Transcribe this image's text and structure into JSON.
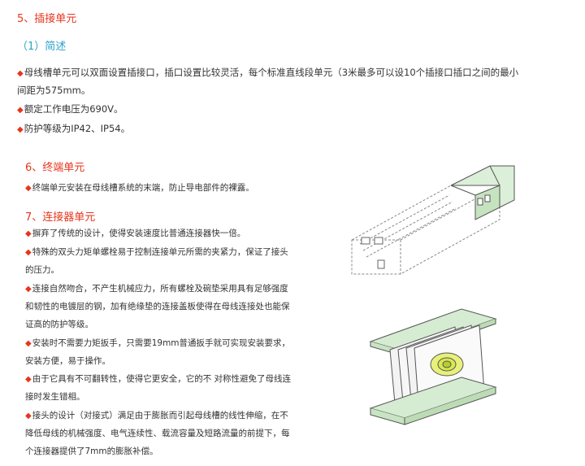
{
  "section5": {
    "heading": "5、插接单元",
    "sub_heading": "（1）简述",
    "bullet_glyph": "◆",
    "lines": [
      "母线槽单元可以双面设置插接口，插口设置比较灵活，每个标准直线段单元（3米最多可以设10个插接口插口之间的最小",
      "间距为575mm。",
      "额定工作电压为690V。",
      "防护等级为IP42、IP54。"
    ]
  },
  "section6": {
    "heading": "6、终端单元",
    "lines": [
      "终端单元安装在母线槽系统的末端，防止导电部件的裸露。"
    ]
  },
  "section7": {
    "heading": "7、连接器单元",
    "lines": [
      "摒弃了传统的设计，使得安装速度比普通连接器快一倍。",
      "特殊的双头力矩单螺栓易于控制连接单元所需的夹紧力，保证了接头",
      "的压力。",
      "连接自然吻合，不产生机械应力，所有螺栓及碗垫采用具有足够强度",
      "和韧性的电镀层的钢，加有绝缘垫的连接盖板使得在母线连接处也能保",
      "证高的防护等级。",
      "安装时不需要力矩扳手，只需要19mm普通扳手就可实现安装要求，",
      "安装方便，易于操作。",
      "由于它具有不可翻转性，使得它更安全，它的不 对称性避免了母线连",
      "接时发生错相。",
      "接头的设计（对接式）满足由于膨胀而引起母线槽的线性伸缩，在不",
      "降低母线的机械强度、电气连续性、载流容量及短路流量的前提下，每",
      "个连接器提供了7mm的膨胀补偿。"
    ]
  },
  "colors": {
    "heading": "#e8341c",
    "sub_heading": "#2ea3c9",
    "text": "#333333",
    "diagram_green": "#d6ecd2",
    "diagram_stroke": "#555555"
  }
}
